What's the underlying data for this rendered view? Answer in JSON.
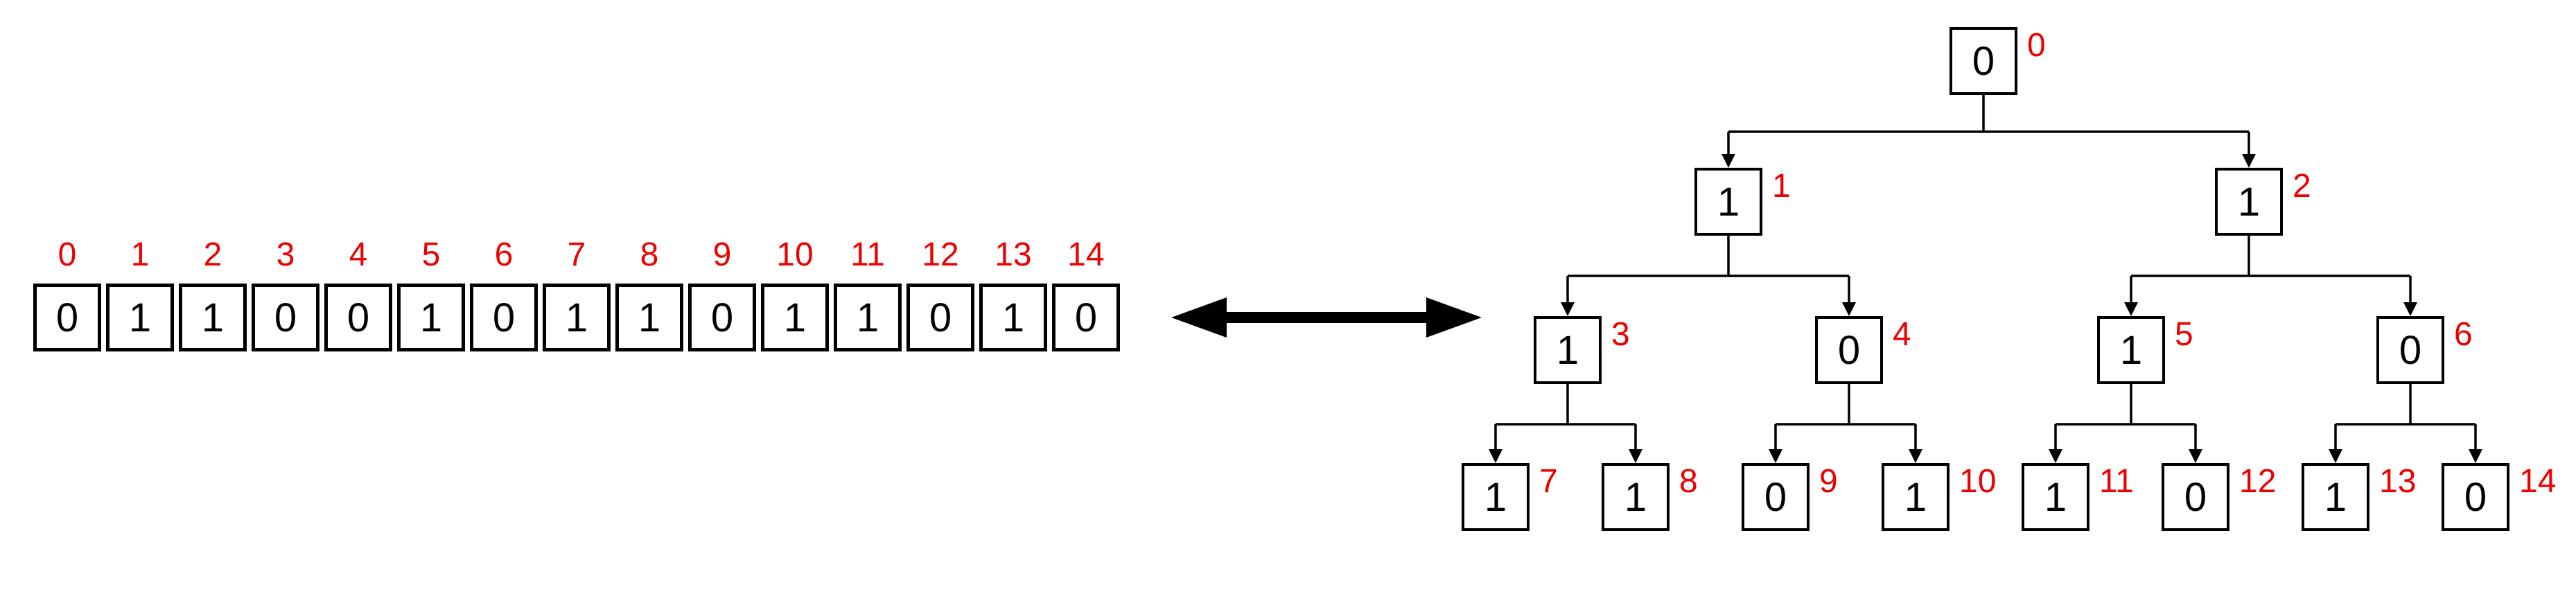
{
  "array": {
    "cells": [
      {
        "index": "0",
        "value": "0"
      },
      {
        "index": "1",
        "value": "1"
      },
      {
        "index": "2",
        "value": "1"
      },
      {
        "index": "3",
        "value": "0"
      },
      {
        "index": "4",
        "value": "0"
      },
      {
        "index": "5",
        "value": "1"
      },
      {
        "index": "6",
        "value": "0"
      },
      {
        "index": "7",
        "value": "1"
      },
      {
        "index": "8",
        "value": "1"
      },
      {
        "index": "9",
        "value": "0"
      },
      {
        "index": "10",
        "value": "1"
      },
      {
        "index": "11",
        "value": "1"
      },
      {
        "index": "12",
        "value": "0"
      },
      {
        "index": "13",
        "value": "1"
      },
      {
        "index": "14",
        "value": "0"
      }
    ]
  },
  "tree": {
    "nodes": [
      {
        "index": "0",
        "value": "0"
      },
      {
        "index": "1",
        "value": "1"
      },
      {
        "index": "2",
        "value": "1"
      },
      {
        "index": "3",
        "value": "1"
      },
      {
        "index": "4",
        "value": "0"
      },
      {
        "index": "5",
        "value": "1"
      },
      {
        "index": "6",
        "value": "0"
      },
      {
        "index": "7",
        "value": "1"
      },
      {
        "index": "8",
        "value": "1"
      },
      {
        "index": "9",
        "value": "0"
      },
      {
        "index": "10",
        "value": "1"
      },
      {
        "index": "11",
        "value": "1"
      },
      {
        "index": "12",
        "value": "0"
      },
      {
        "index": "13",
        "value": "1"
      },
      {
        "index": "14",
        "value": "0"
      }
    ]
  },
  "icons": {
    "double_arrow": "double-headed-arrow-icon"
  },
  "colors": {
    "index_red": "#ee0000",
    "line_black": "#000000",
    "background": "#ffffff"
  }
}
